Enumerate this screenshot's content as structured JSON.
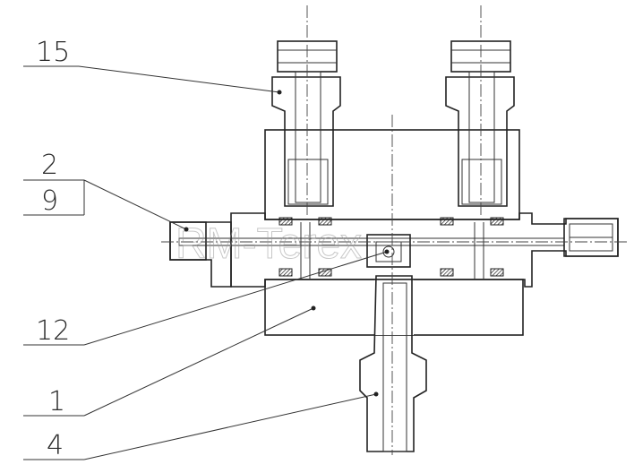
{
  "callouts": [
    {
      "id": "c15",
      "label": "15"
    },
    {
      "id": "c2",
      "label": "2"
    },
    {
      "id": "c9",
      "label": "9"
    },
    {
      "id": "c12",
      "label": "12"
    },
    {
      "id": "c1",
      "label": "1"
    },
    {
      "id": "c4",
      "label": "4"
    }
  ],
  "watermark": "RM-Terex",
  "colors": {
    "line": "#222222",
    "hatch": "#555555",
    "seal": "#4a4a4a"
  }
}
